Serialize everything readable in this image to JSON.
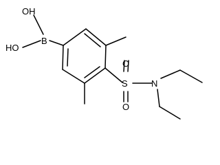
{
  "structure": {
    "atoms": {
      "oh_top": "OH",
      "oh_left": "HO",
      "boron": "B",
      "sulfur": "S",
      "oxygen_top": "O",
      "oxygen_bottom": "O",
      "nitrogen": "N"
    }
  },
  "colors": {
    "background": "#ffffff",
    "line": "#000000"
  }
}
